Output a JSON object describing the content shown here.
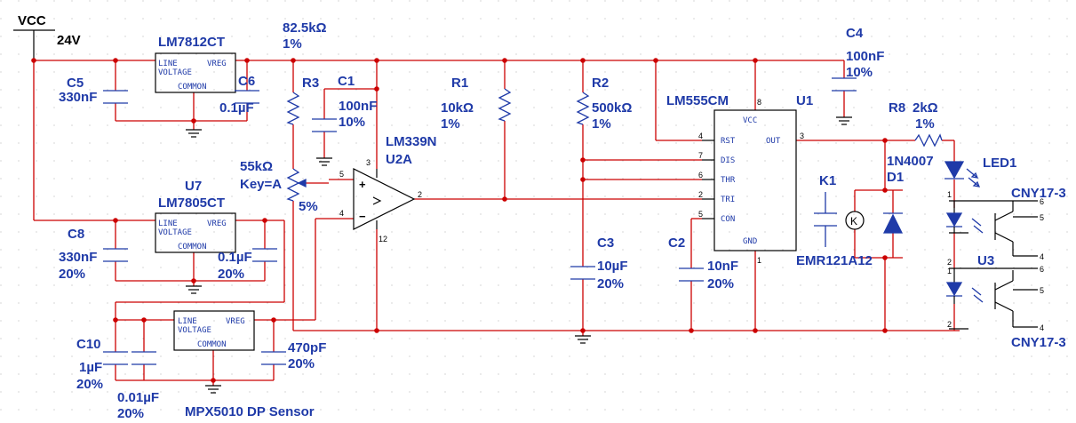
{
  "power": {
    "vcc": "VCC",
    "supply": "24V"
  },
  "regulators": {
    "u_top": {
      "name": "LM7812CT",
      "line": "LINE",
      "voltage": "VOLTAGE",
      "vreg": "VREG",
      "common": "COMMON"
    },
    "u7": {
      "ref": "U7",
      "name": "LM7805CT",
      "line": "LINE",
      "voltage": "VOLTAGE",
      "vreg": "VREG",
      "common": "COMMON"
    },
    "sensor": {
      "name": "MPX5010 DP Sensor",
      "line": "LINE",
      "voltage": "VOLTAGE",
      "vreg": "VREG",
      "common": "COMMON"
    }
  },
  "capacitors": {
    "c5": {
      "ref": "C5",
      "value": "330nF"
    },
    "c6": {
      "ref": "C6",
      "value": "0.1µF"
    },
    "c1": {
      "ref": "C1",
      "value": "100nF",
      "tol": "10%"
    },
    "c4": {
      "ref": "C4",
      "value": "100nF",
      "tol": "10%"
    },
    "c8": {
      "ref": "C8",
      "value": "330nF",
      "tol": "20%"
    },
    "c7": {
      "value": "0.1µF",
      "tol": "20%"
    },
    "c10": {
      "ref": "C10",
      "value": "1µF",
      "tol": "20%"
    },
    "c11": {
      "value": "0.01µF",
      "tol": "20%"
    },
    "c12": {
      "value": "470pF",
      "tol": "20%"
    },
    "c3": {
      "ref": "C3",
      "value": "10µF",
      "tol": "20%"
    },
    "c2": {
      "ref": "C2",
      "value": "10nF",
      "tol": "20%"
    }
  },
  "resistors": {
    "top": {
      "value": "82.5kΩ",
      "tol": "1%"
    },
    "r3": {
      "ref": "R3"
    },
    "pot": {
      "value": "55kΩ",
      "key": "Key=A",
      "pct": "5%"
    },
    "r1": {
      "ref": "R1",
      "value": "10kΩ",
      "tol": "1%"
    },
    "r2": {
      "ref": "R2",
      "value": "500kΩ",
      "tol": "1%"
    },
    "r8": {
      "ref": "R8",
      "value": "2kΩ",
      "tol": "1%"
    }
  },
  "opamp": {
    "name": "LM339N",
    "ref": "U2A",
    "pins": {
      "p3": "3",
      "p5": "5",
      "p4": "4",
      "p2": "2",
      "p12": "12"
    }
  },
  "timer": {
    "name": "LM555CM",
    "ref": "U1",
    "pins": {
      "vcc": "VCC",
      "rst": "RST",
      "out": "OUT",
      "dis": "DIS",
      "thr": "THR",
      "tri": "TRI",
      "con": "CON",
      "gnd": "GND"
    },
    "nums": {
      "p8": "8",
      "p4": "4",
      "p3": "3",
      "p7": "7",
      "p6": "6",
      "p2": "2",
      "p5": "5",
      "p1": "1"
    }
  },
  "relay": {
    "ref": "K1",
    "name": "EMR121A12",
    "coil": "K"
  },
  "diode": {
    "name": "1N4007",
    "ref": "D1"
  },
  "led": {
    "ref": "LED1"
  },
  "opto": {
    "ref": "U3",
    "part_top": "CNY17-3",
    "part_bottom": "CNY17-3",
    "pins": {
      "a1": "1",
      "a2": "2",
      "b1": "1",
      "b2": "2",
      "t6": "6",
      "t5": "5",
      "t4": "4",
      "u6": "6",
      "u5": "5",
      "u4": "4"
    }
  }
}
